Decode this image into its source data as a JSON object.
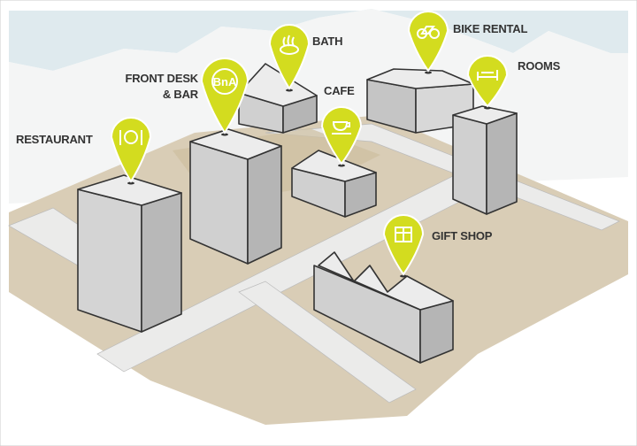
{
  "colors": {
    "pin": "#d3dc1f",
    "sky": "#dfeaee",
    "ground": "#d9cdb6",
    "road": "#ebebea",
    "building": "#c9c9c9"
  },
  "locations": [
    {
      "label": "RESTAURANT",
      "icon": "plate-cutlery-icon"
    },
    {
      "label": "FRONT DESK",
      "label2": "& BAR",
      "icon": "bed-and-drink-icon"
    },
    {
      "label": "BATH",
      "icon": "hot-spring-icon"
    },
    {
      "label": "CAFE",
      "icon": "coffee-cup-icon"
    },
    {
      "label": "BIKE RENTAL",
      "icon": "bicycle-icon"
    },
    {
      "label": "ROOMS",
      "icon": "bed-icon"
    },
    {
      "label": "GIFT SHOP",
      "icon": "gift-icon"
    }
  ]
}
